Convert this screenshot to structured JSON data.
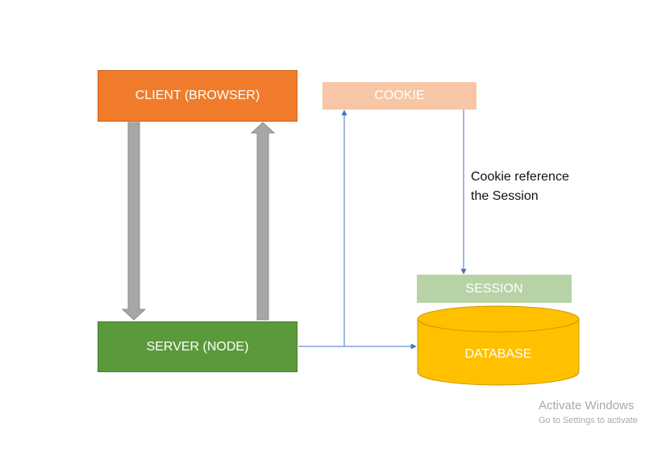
{
  "diagram": {
    "nodes": {
      "client": {
        "label": "CLIENT (BROWSER)",
        "color": "#f07c2b"
      },
      "server": {
        "label": "SERVER (NODE)",
        "color": "#5b9a3b"
      },
      "cookie": {
        "label": "COOKIE",
        "color": "#f7c6a4"
      },
      "session": {
        "label": "SESSION",
        "color": "#b7d3a6"
      },
      "database": {
        "label": "DATABASE",
        "color": "#ffc000"
      }
    },
    "annotation": {
      "line1": "Cookie reference",
      "line2": "the Session"
    },
    "edges": [
      {
        "from": "client",
        "to": "server",
        "style": "block-arrow"
      },
      {
        "from": "server",
        "to": "client",
        "style": "block-arrow"
      },
      {
        "from": "server",
        "to": "cookie",
        "style": "thin-arrow"
      },
      {
        "from": "server",
        "to": "database",
        "style": "thin-arrow"
      },
      {
        "from": "cookie",
        "to": "session",
        "style": "thin-arrow"
      }
    ]
  },
  "os_watermark": {
    "line1": "Activate Windows",
    "line2": "Go to Settings to activate"
  }
}
